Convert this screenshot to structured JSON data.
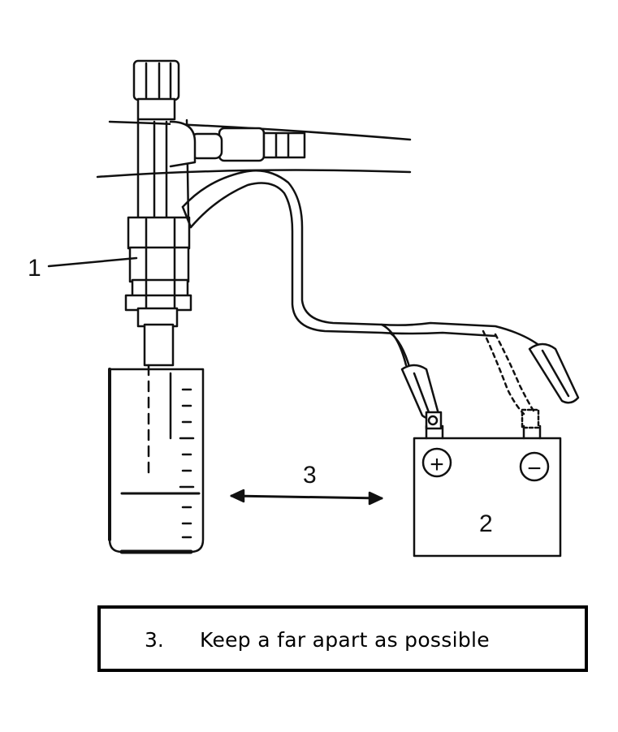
{
  "callouts": {
    "injector": "1",
    "battery": "2",
    "distance": "3",
    "battery_plus": "+",
    "battery_minus": "−"
  },
  "caption": {
    "number": "3.",
    "text": "Keep a far apart as possible"
  },
  "colors": {
    "ink": "#111111",
    "paper": "#ffffff"
  }
}
